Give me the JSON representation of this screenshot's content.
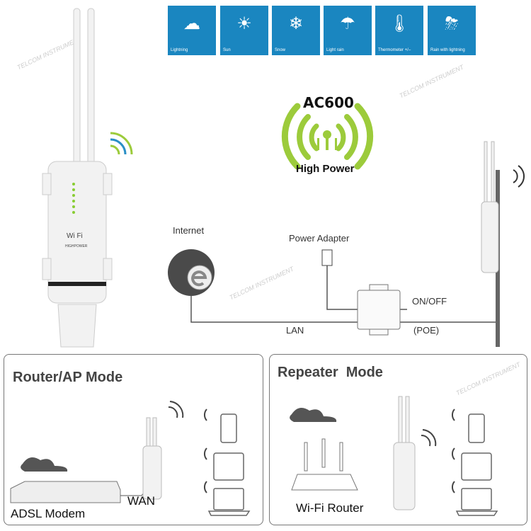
{
  "weather_tiles": [
    {
      "label": "Lightning",
      "icon": "cloud-lightning-icon",
      "glyph": "☁"
    },
    {
      "label": "Sun",
      "icon": "sun-icon",
      "glyph": "☀"
    },
    {
      "label": "Snow",
      "icon": "snow-icon",
      "glyph": "❄"
    },
    {
      "label": "Light rain",
      "icon": "light-rain-icon",
      "glyph": "☂"
    },
    {
      "label": "Thermometer +/–",
      "icon": "thermometer-icon",
      "glyph": "🌡"
    },
    {
      "label": "Rain with lightning",
      "icon": "rain-lightning-icon",
      "glyph": "⛈"
    }
  ],
  "badge": {
    "title": "AC600",
    "subtitle": "High Power",
    "color": "#9ccb3b"
  },
  "device": {
    "brand": "Wi Fi",
    "sub": "HIGHPOWER"
  },
  "diagram": {
    "internet": "Internet",
    "power_adapter": "Power Adapter",
    "on_off": "ON/OFF",
    "lan": "LAN",
    "poe": "(POE)"
  },
  "router_mode": {
    "title": "Router/AP Mode",
    "modem": "ADSL Modem",
    "wan": "WAN"
  },
  "repeater_mode": {
    "title": "Repeater  Mode",
    "router": "Wi-Fi Router"
  },
  "watermark": "TELCOM INSTRUMENT",
  "colors": {
    "tile": "#1a86c0",
    "green": "#9ccb3b",
    "line": "#555555"
  }
}
